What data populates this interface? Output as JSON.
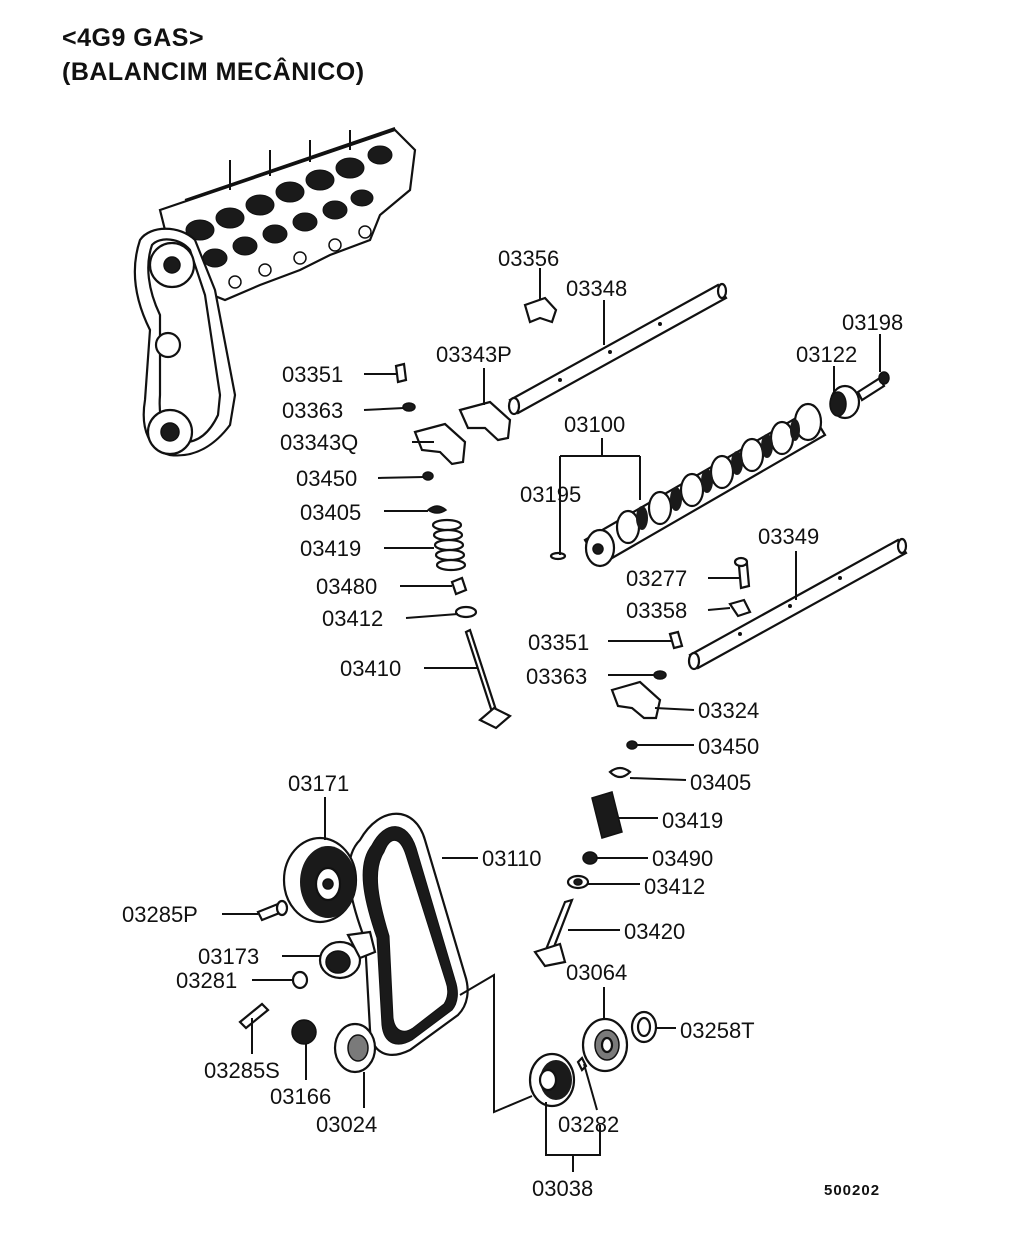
{
  "header": {
    "title_line1": "<4G9 GAS>",
    "title_line2": "(BALANCIM MECÂNICO)"
  },
  "diagram_ref": "500202",
  "labels": {
    "p03356": "03356",
    "p03348": "03348",
    "p03198": "03198",
    "p03122": "03122",
    "p03351a": "03351",
    "p03343P": "03343P",
    "p03363a": "03363",
    "p03343Q": "03343Q",
    "p03100": "03100",
    "p03450a": "03450",
    "p03195": "03195",
    "p03405a": "03405",
    "p03419a": "03419",
    "p03349": "03349",
    "p03480": "03480",
    "p03277": "03277",
    "p03412a": "03412",
    "p03358": "03358",
    "p03351b": "03351",
    "p03410": "03410",
    "p03363b": "03363",
    "p03324": "03324",
    "p03450b": "03450",
    "p03171": "03171",
    "p03405b": "03405",
    "p03419b": "03419",
    "p03110": "03110",
    "p03490": "03490",
    "p03412b": "03412",
    "p03285P": "03285P",
    "p03420": "03420",
    "p03173": "03173",
    "p03064": "03064",
    "p03281": "03281",
    "p03258T": "03258T",
    "p03285S": "03285S",
    "p03166": "03166",
    "p03024": "03024",
    "p03282": "03282",
    "p03038": "03038"
  }
}
